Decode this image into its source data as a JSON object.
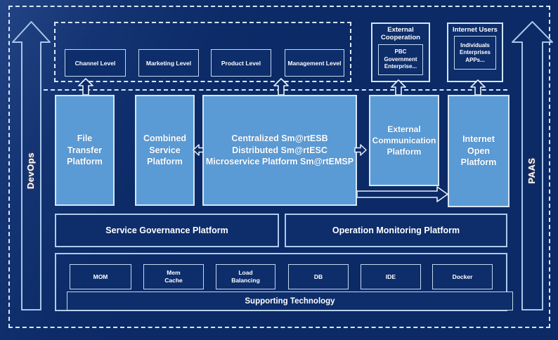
{
  "rails": {
    "devops": "DevOps",
    "paas": "PAAS"
  },
  "levels": {
    "items": [
      {
        "label": "Channel Level"
      },
      {
        "label": "Marketing Level"
      },
      {
        "label": "Product Level"
      },
      {
        "label": "Management Level"
      }
    ]
  },
  "external_cooperation": {
    "title": "External\nCooperation",
    "body": "PBC Government\nEnterprise..."
  },
  "internet_users": {
    "title": "Internet Users",
    "body": "Individuals\nEnterprises\nAPPs..."
  },
  "platforms": {
    "file_transfer": "File\nTransfer\nPlatform",
    "combined_service": "Combined\nService\nPlatform",
    "esb": "Centralized Sm@rtESB\nDistributed Sm@rtESC\nMicroservice Platform Sm@rtEMSP",
    "external_communication": "External\nCommunication\nPlatform",
    "internet_open": "Internet\nOpen\nPlatform"
  },
  "governance": {
    "service": "Service Governance Platform",
    "monitoring": "Operation Monitoring Platform"
  },
  "technologies": {
    "items": [
      {
        "label": "MOM"
      },
      {
        "label": "Mem\nCache"
      },
      {
        "label": "Load\nBalancing"
      },
      {
        "label": "DB"
      },
      {
        "label": "IDE"
      },
      {
        "label": "Docker"
      }
    ],
    "bar": "Supporting Technology"
  },
  "colors": {
    "background": "#0b2a66",
    "platform_fill": "#5b9bd5",
    "light_border": "#d5e5f5",
    "dark_fill": "#0d2d6b",
    "dashed_line": "#d9e7f8",
    "text": "#ffffff"
  }
}
